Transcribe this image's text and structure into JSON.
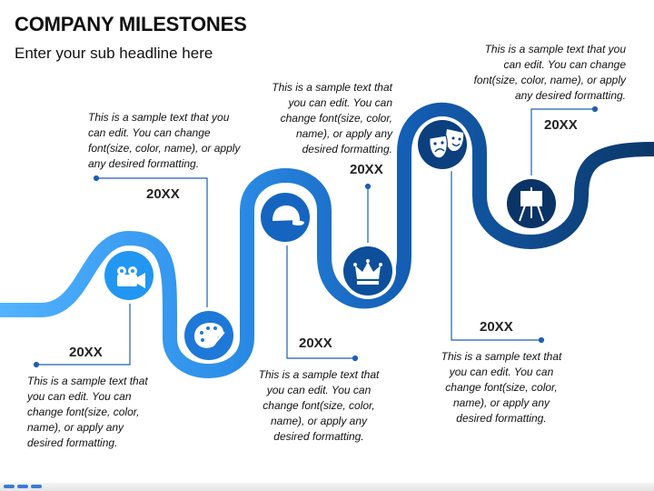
{
  "header": {
    "title": "COMPANY MILESTONES",
    "subtitle": "Enter your sub headline here"
  },
  "milestones": [
    {
      "year": "20XX",
      "text": "This is a sample text that you can edit. You can change font(size, color, name), or apply any desired formatting.",
      "icon": "video-camera-icon",
      "color": "#2196f3"
    },
    {
      "year": "20XX",
      "text": "This is a sample text that you can edit. You can change font(size, color, name), or apply any desired formatting.",
      "icon": "paint-palette-icon",
      "color": "#1e78d8"
    },
    {
      "year": "20XX",
      "text": "This is a sample text that you can edit. You can change font(size, color, name), or apply any desired formatting.",
      "icon": "cap-icon",
      "color": "#1565c0"
    },
    {
      "year": "20XX",
      "text": "This is a sample text that you can edit. You can change font(size, color, name), or apply any desired formatting.",
      "icon": "crown-icon",
      "color": "#0d4f9a"
    },
    {
      "year": "20XX",
      "text": "This is a sample text that you can edit. You can change font(size, color, name), or apply any desired formatting.",
      "icon": "theater-masks-icon",
      "color": "#0b3f7e"
    },
    {
      "year": "20XX",
      "text": "This is a sample text that you can edit. You can change font(size, color, name), or apply any desired formatting.",
      "icon": "easel-icon",
      "color": "#0a3366"
    }
  ]
}
